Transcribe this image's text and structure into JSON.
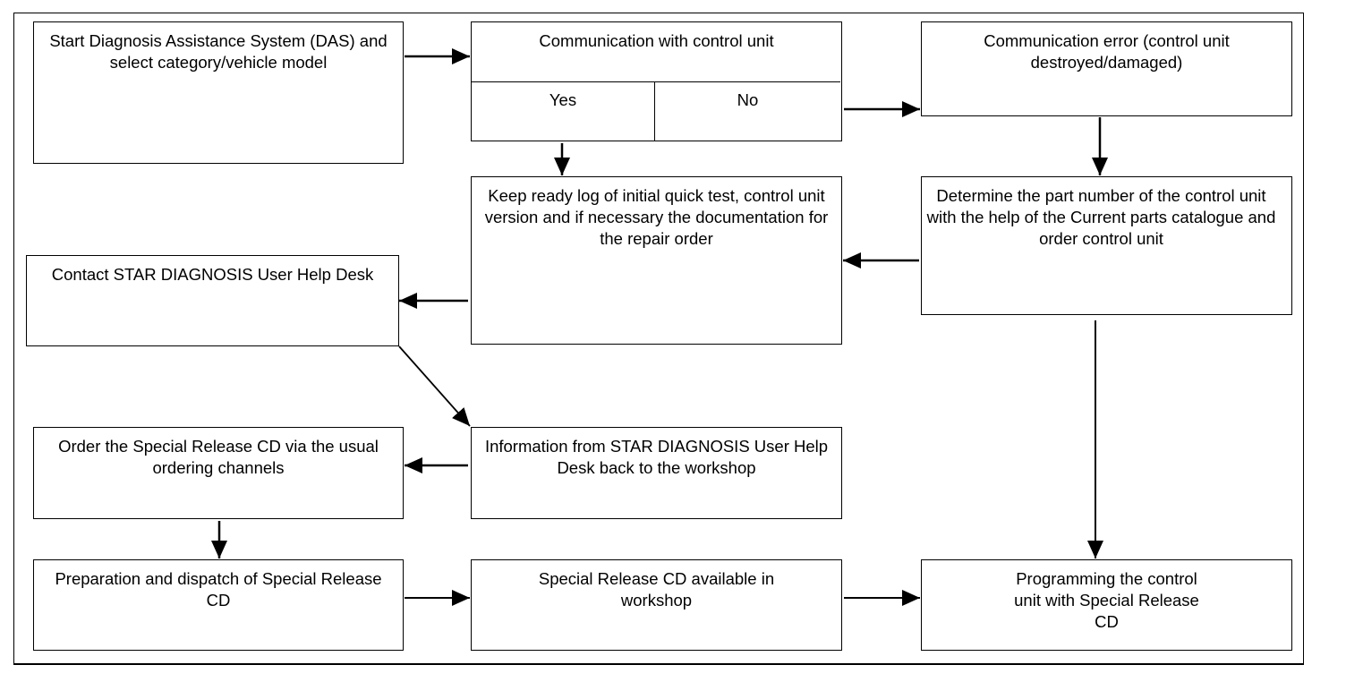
{
  "boxes": {
    "start": "Start Diagnosis Assistance System (DAS) and select category/vehicle model",
    "communication": "Communication with control unit",
    "yes": "Yes",
    "no": "No",
    "comm_error": "Communication error (control unit destroyed/damaged)",
    "keep_ready": "Keep ready log of initial quick test, control unit version and if necessary the documentation for the repair order",
    "determine": "Determine the part number of the control unit with the help of the Current parts catalogue and order control unit",
    "contact": "Contact STAR DIAGNOSIS User Help Desk",
    "information": "Information from STAR DIAGNOSIS User Help Desk back to the workshop",
    "order": "Order the Special Release CD via the usual ordering channels",
    "preparation": "Preparation and dispatch of Special Release CD",
    "available": "Special Release CD available in workshop",
    "programming": "Programming the control unit with Special Release CD"
  }
}
